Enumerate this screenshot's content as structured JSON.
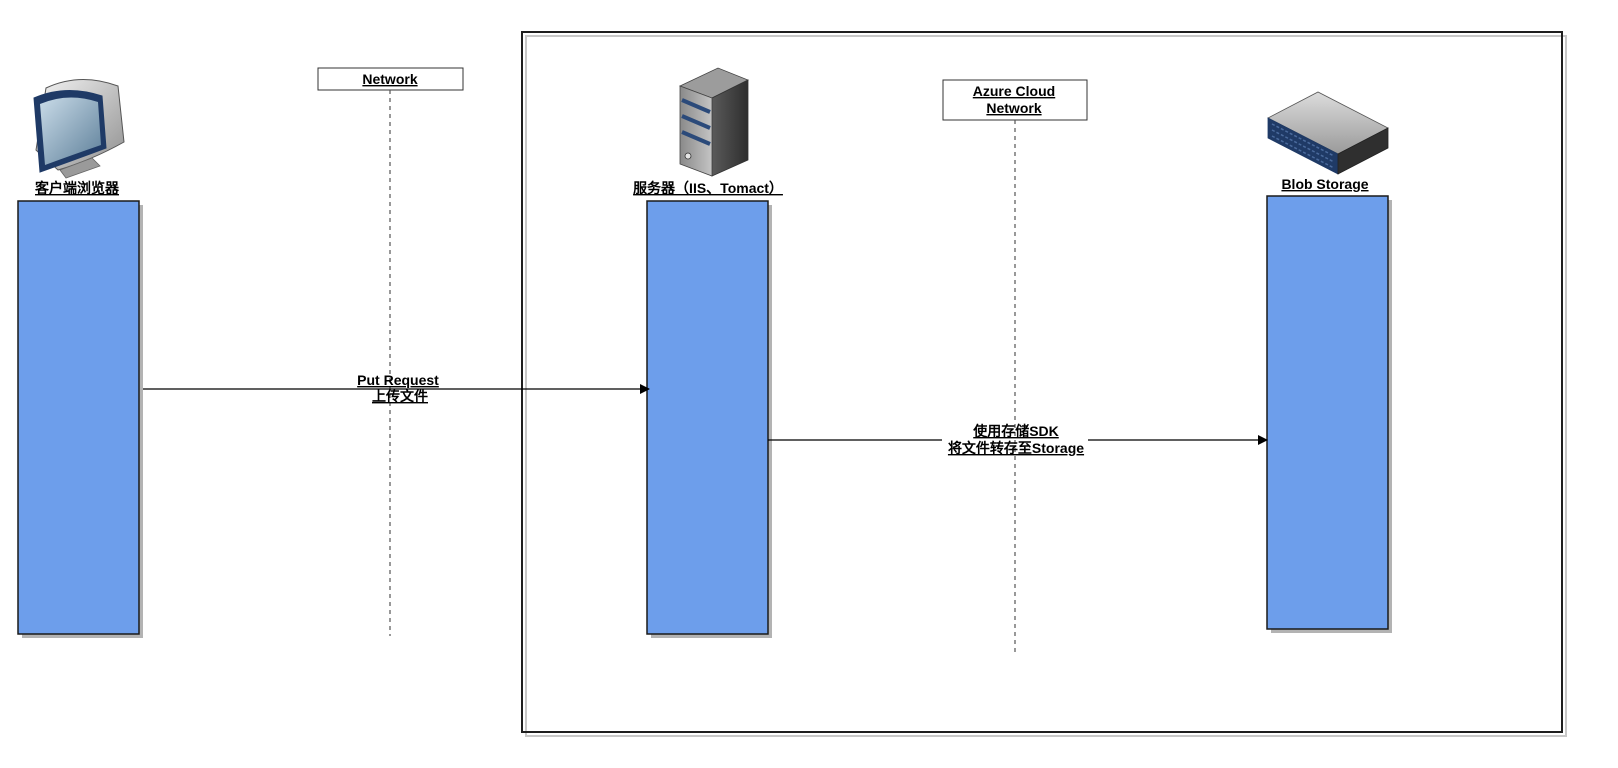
{
  "diagram": {
    "labels": {
      "client": "客户端浏览器",
      "server": "服务器（IIS、Tomact）",
      "storage": "Blob Storage",
      "network": "Network",
      "azure_line1": "Azure Cloud",
      "azure_line2": "Network",
      "msg1_line1": "Put Request",
      "msg1_line2": "上传文件",
      "msg2_line1": "使用存储SDK",
      "msg2_line2": "将文件转存至Storage"
    },
    "icons": {
      "client": "crt-monitor-icon",
      "server": "server-tower-icon",
      "storage": "network-storage-icon"
    },
    "colors": {
      "lifeline_fill": "#6d9eeb",
      "lifeline_stroke": "#1a1a1a",
      "shadow": "#b3b3b3",
      "icon_blue": "#2b4a7a"
    }
  }
}
